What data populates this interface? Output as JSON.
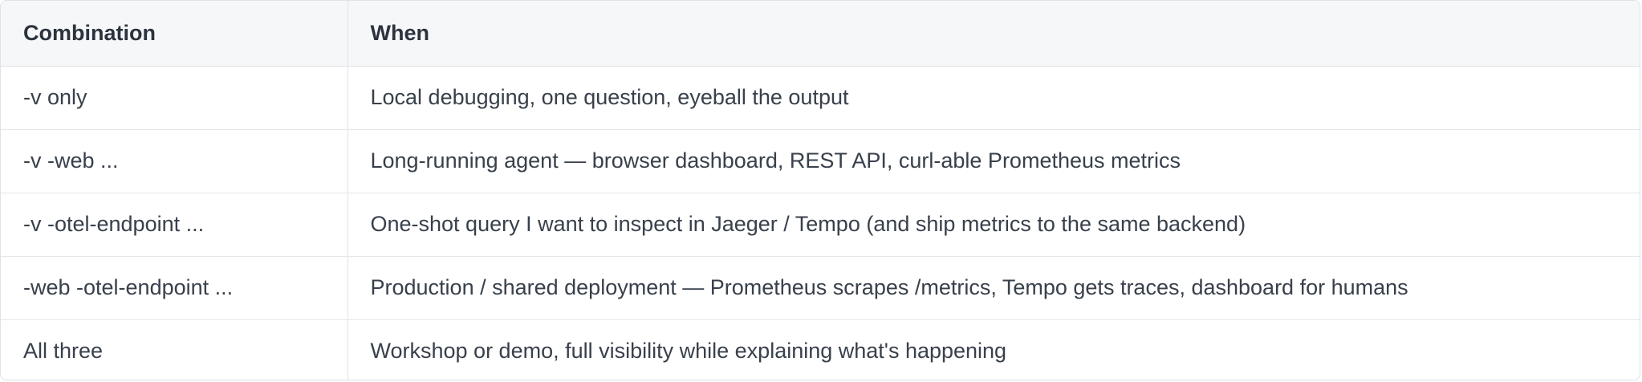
{
  "table": {
    "headers": [
      "Combination",
      "When"
    ],
    "rows": [
      [
        "-v only",
        "Local debugging, one question, eyeball the output"
      ],
      [
        "-v -web ...",
        "Long-running agent — browser dashboard, REST API, curl-able Prometheus metrics"
      ],
      [
        "-v -otel-endpoint ...",
        "One-shot query I want to inspect in Jaeger / Tempo (and ship metrics to the same backend)"
      ],
      [
        "-web -otel-endpoint ...",
        "Production / shared deployment — Prometheus scrapes /metrics, Tempo gets traces, dashboard for humans"
      ],
      [
        "All three",
        "Workshop or demo, full visibility while explaining what's happening"
      ]
    ]
  },
  "colors": {
    "header_bg": "#f6f7f9",
    "border": "#dfe2e6",
    "text": "#38404b"
  }
}
